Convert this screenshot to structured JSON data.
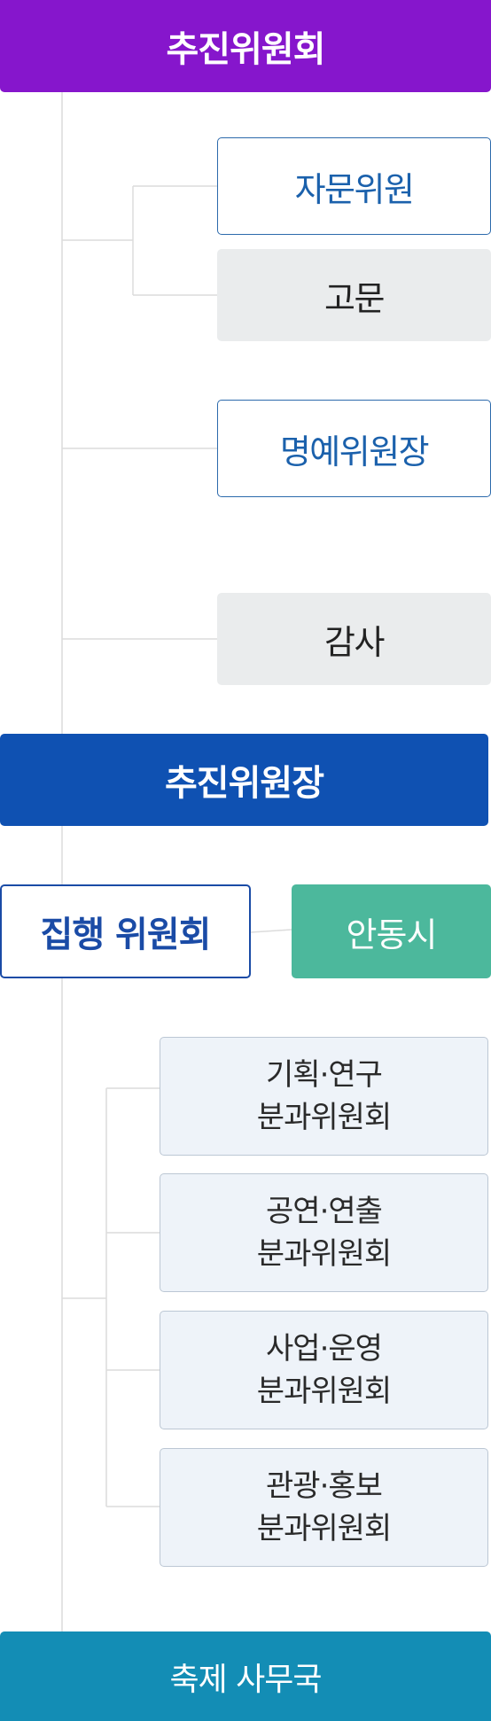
{
  "org": {
    "top": "추진위원회",
    "advisor": "자문위원",
    "consultant": "고문",
    "honorary": "명예위원장",
    "auditor": "감사",
    "chair": "추진위원장",
    "executive": "집행 위원회",
    "city": "안동시",
    "subcommittees": [
      {
        "line1": "기획·연구",
        "line2": "분과위원회"
      },
      {
        "line1": "공연·연출",
        "line2": "분과위원회"
      },
      {
        "line1": "사업·운영",
        "line2": "분과위원회"
      },
      {
        "line1": "관광·홍보",
        "line2": "분과위원회"
      }
    ],
    "office": "축제 사무국"
  },
  "colors": {
    "top": "#8616cc",
    "chair": "#0f51b2",
    "executive_text": "#1a4ba6",
    "city": "#4cb89c",
    "office": "#138db5",
    "advisory_text": "#1b61ac",
    "gray_box": "#eaeced",
    "sub_box": "#eef3f9",
    "connector": "#dcdcdc"
  }
}
